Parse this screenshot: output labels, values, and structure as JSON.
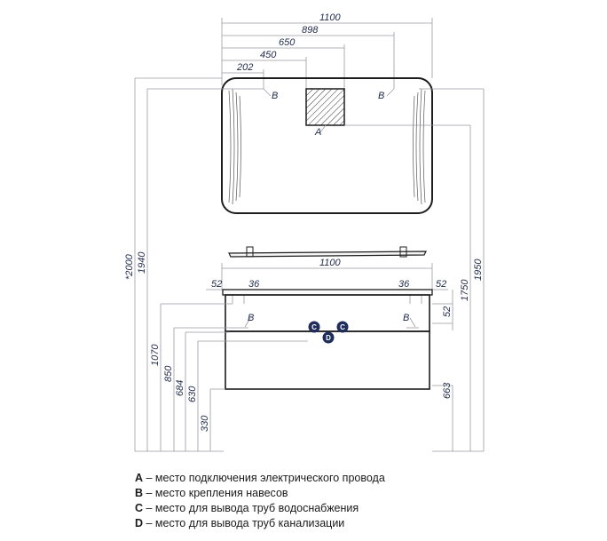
{
  "colors": {
    "outline": "#1c1c1c",
    "dimension": "#9a9aa5",
    "text": "#1f2a4a",
    "marker": "#1e2d5c"
  },
  "mirror": {
    "dims_top": [
      "1100",
      "898",
      "650",
      "450",
      "202"
    ],
    "point_labels": [
      "B",
      "B",
      "A"
    ]
  },
  "cabinet": {
    "width": "1100",
    "dims_side_left": [
      "52",
      "36"
    ],
    "dims_side_right": [
      "36",
      "52"
    ],
    "dim_52_vertical": "52",
    "point_labels_b": [
      "B",
      "B"
    ],
    "markers": [
      "C",
      "C",
      "D"
    ]
  },
  "heights_left": [
    "*2000",
    "1940",
    "1070",
    "850",
    "684",
    "630",
    "330"
  ],
  "heights_right": [
    "1950",
    "1750",
    "663"
  ],
  "legend": [
    {
      "key": "A",
      "text": " – место подключения электрического провода"
    },
    {
      "key": "B",
      "text": " – место крепления навесов"
    },
    {
      "key": "C",
      "text": " – место для вывода труб водоснабжения"
    },
    {
      "key": "D",
      "text": " – место для вывода труб канализации"
    }
  ]
}
